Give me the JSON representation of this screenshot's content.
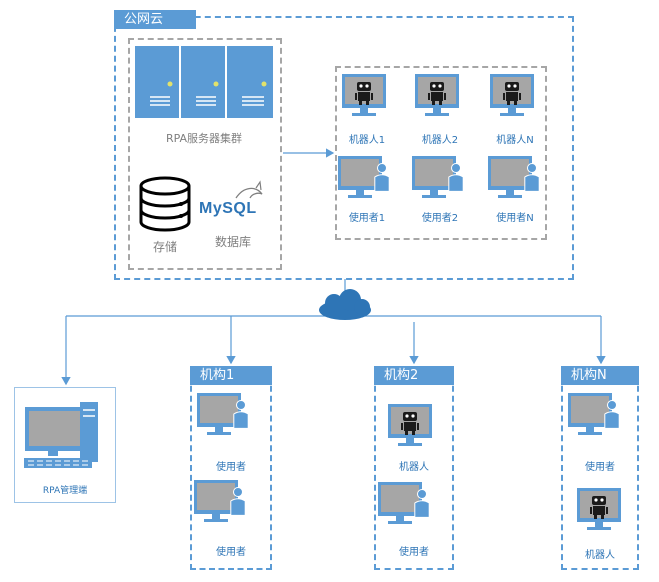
{
  "cloud": {
    "title": "公网云"
  },
  "server": {
    "label": "RPA服务器集群"
  },
  "storage": {
    "label": "存储"
  },
  "database": {
    "label": "数据库",
    "logo_text": "MySQL"
  },
  "cloud_clients": {
    "robots": [
      "机器人1",
      "机器人2",
      "机器人N"
    ],
    "users": [
      "使用者1",
      "使用者2",
      "使用者N"
    ]
  },
  "admin": {
    "label": "RPA管理端"
  },
  "orgs": [
    {
      "title": "机构1",
      "items": [
        "使用者",
        "使用者"
      ]
    },
    {
      "title": "机构2",
      "items": [
        "机器人",
        "使用者"
      ]
    },
    {
      "title": "机构N",
      "items": [
        "使用者",
        "机器人"
      ]
    }
  ],
  "colors": {
    "accent": "#5b9bd5",
    "dark_blue": "#2e75b6",
    "grey": "#a6a6a6"
  }
}
